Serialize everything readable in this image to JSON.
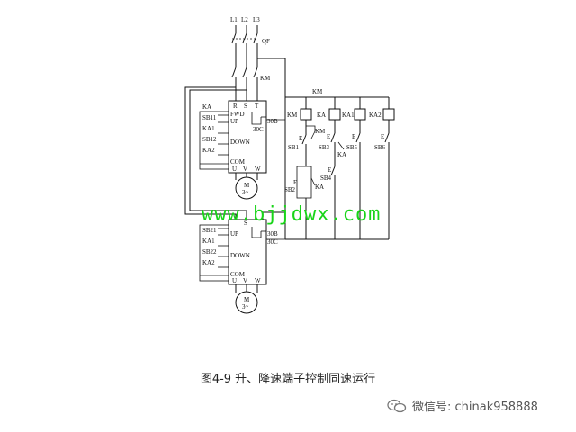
{
  "labels": {
    "L1": "L1",
    "L2": "L2",
    "L3": "L3",
    "QF": "QF",
    "KM": "KM",
    "R": "R",
    "S": "S",
    "T": "T",
    "KA": "KA",
    "FWD": "FWD",
    "UP": "UP",
    "DOWN": "DOWN",
    "COM": "COM",
    "U": "U",
    "V": "V",
    "W": "W",
    "B30": "30B",
    "C30": "30C",
    "SB11": "SB11",
    "KA1": "KA1",
    "SB12": "SB12",
    "KA2": "KA2",
    "SB21": "SB21",
    "SB22": "SB22",
    "M": "M",
    "three_phase": "3~",
    "SB1": "SB1",
    "SB2": "SB2",
    "SB3": "SB3",
    "SB4": "SB4",
    "SB5": "SB5",
    "SB6": "SB6",
    "E": "E"
  },
  "watermark": "www.bjjdwx.com",
  "caption": "图4-9  升、降速端子控制同速运行",
  "wechat": "微信号: chinak958888",
  "colors": {
    "watermark": "#18d418",
    "line": "#111111"
  }
}
